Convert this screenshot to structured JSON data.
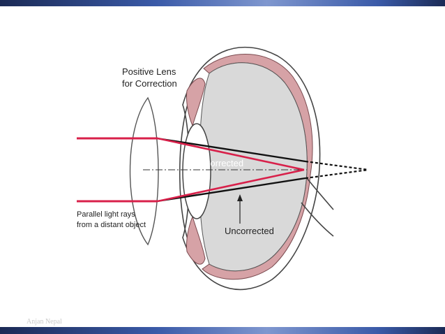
{
  "slide": {
    "footer": "Anjan Nepal",
    "theme_colors": {
      "bar": "#3a5aa8",
      "ray": "#d8204a",
      "tissue": "#d6a2a6",
      "vitreous": "#d9d9d9"
    }
  },
  "diagram": {
    "lens_label_line1": "Positive Lens",
    "lens_label_line2": "for Correction",
    "rays_label_line1": "Parallel light rays",
    "rays_label_line2": "from a distant object",
    "corrected_label": "Corrected",
    "uncorrected_label": "Uncorrected"
  }
}
